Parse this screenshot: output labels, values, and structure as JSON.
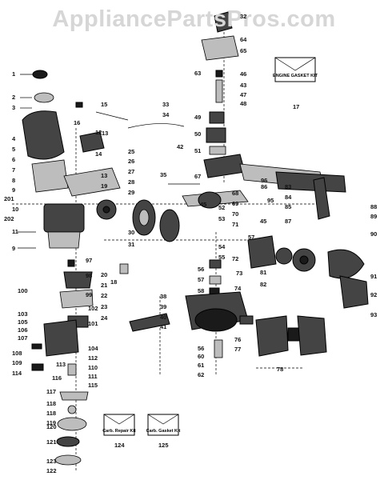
{
  "watermark": "AppliancePartsPros.com",
  "kits": {
    "engine_gasket_kit": "ENGINE GASKET KIT",
    "carb_repair_kit": "Carb. Repair Kit",
    "carb_gasket_kit": "Carb. Gasket Kit"
  },
  "callouts": [
    {
      "id": "c1",
      "text": "1"
    },
    {
      "id": "c2",
      "text": "2"
    },
    {
      "id": "c3",
      "text": "3"
    },
    {
      "id": "c4",
      "text": "4"
    },
    {
      "id": "c5",
      "text": "5"
    },
    {
      "id": "c6",
      "text": "6"
    },
    {
      "id": "c7",
      "text": "7"
    },
    {
      "id": "c8",
      "text": "8"
    },
    {
      "id": "c9a",
      "text": "9"
    },
    {
      "id": "c9b",
      "text": "9"
    },
    {
      "id": "c10",
      "text": "10"
    },
    {
      "id": "c11",
      "text": "11"
    },
    {
      "id": "c12",
      "text": "12"
    },
    {
      "id": "c13a",
      "text": "13"
    },
    {
      "id": "c13b",
      "text": "13"
    },
    {
      "id": "c14",
      "text": "14"
    },
    {
      "id": "c15",
      "text": "15"
    },
    {
      "id": "c16",
      "text": "16"
    },
    {
      "id": "c17",
      "text": "17"
    },
    {
      "id": "c18",
      "text": "18"
    },
    {
      "id": "c19",
      "text": "19"
    },
    {
      "id": "c20",
      "text": "20"
    },
    {
      "id": "c21",
      "text": "21"
    },
    {
      "id": "c22",
      "text": "22"
    },
    {
      "id": "c23",
      "text": "23"
    },
    {
      "id": "c24",
      "text": "24"
    },
    {
      "id": "c25",
      "text": "25"
    },
    {
      "id": "c26",
      "text": "26"
    },
    {
      "id": "c27",
      "text": "27"
    },
    {
      "id": "c28",
      "text": "28"
    },
    {
      "id": "c29",
      "text": "29"
    },
    {
      "id": "c30",
      "text": "30"
    },
    {
      "id": "c31",
      "text": "31"
    },
    {
      "id": "c32",
      "text": "32"
    },
    {
      "id": "c33",
      "text": "33"
    },
    {
      "id": "c34",
      "text": "34"
    },
    {
      "id": "c35",
      "text": "35"
    },
    {
      "id": "c38",
      "text": "38"
    },
    {
      "id": "c39",
      "text": "39"
    },
    {
      "id": "c40",
      "text": "40"
    },
    {
      "id": "c41",
      "text": "41"
    },
    {
      "id": "c42",
      "text": "42"
    },
    {
      "id": "c43",
      "text": "43"
    },
    {
      "id": "c45a",
      "text": "45"
    },
    {
      "id": "c45b",
      "text": "45"
    },
    {
      "id": "c46",
      "text": "46"
    },
    {
      "id": "c47",
      "text": "47"
    },
    {
      "id": "c48",
      "text": "48"
    },
    {
      "id": "c49",
      "text": "49"
    },
    {
      "id": "c50",
      "text": "50"
    },
    {
      "id": "c51",
      "text": "51"
    },
    {
      "id": "c52",
      "text": "52"
    },
    {
      "id": "c53",
      "text": "53"
    },
    {
      "id": "c54",
      "text": "54"
    },
    {
      "id": "c55",
      "text": "55"
    },
    {
      "id": "c56a",
      "text": "56"
    },
    {
      "id": "c56b",
      "text": "56"
    },
    {
      "id": "c57a",
      "text": "57"
    },
    {
      "id": "c57b",
      "text": "57"
    },
    {
      "id": "c58",
      "text": "58"
    },
    {
      "id": "c60",
      "text": "60"
    },
    {
      "id": "c61",
      "text": "61"
    },
    {
      "id": "c62",
      "text": "62"
    },
    {
      "id": "c63",
      "text": "63"
    },
    {
      "id": "c64",
      "text": "64"
    },
    {
      "id": "c65",
      "text": "65"
    },
    {
      "id": "c67",
      "text": "67"
    },
    {
      "id": "c68",
      "text": "68"
    },
    {
      "id": "c69",
      "text": "69"
    },
    {
      "id": "c70",
      "text": "70"
    },
    {
      "id": "c71",
      "text": "71"
    },
    {
      "id": "c72",
      "text": "72"
    },
    {
      "id": "c73",
      "text": "73"
    },
    {
      "id": "c74",
      "text": "74"
    },
    {
      "id": "c76",
      "text": "76"
    },
    {
      "id": "c77",
      "text": "77"
    },
    {
      "id": "c78",
      "text": "78"
    },
    {
      "id": "c81",
      "text": "81"
    },
    {
      "id": "c82",
      "text": "82"
    },
    {
      "id": "c83",
      "text": "83"
    },
    {
      "id": "c84",
      "text": "84"
    },
    {
      "id": "c85",
      "text": "85"
    },
    {
      "id": "c86",
      "text": "86"
    },
    {
      "id": "c87",
      "text": "87"
    },
    {
      "id": "c88",
      "text": "88"
    },
    {
      "id": "c89",
      "text": "89"
    },
    {
      "id": "c90",
      "text": "90"
    },
    {
      "id": "c91",
      "text": "91"
    },
    {
      "id": "c92",
      "text": "92"
    },
    {
      "id": "c93",
      "text": "93"
    },
    {
      "id": "c95",
      "text": "95"
    },
    {
      "id": "c96",
      "text": "96"
    },
    {
      "id": "c97",
      "text": "97"
    },
    {
      "id": "c98",
      "text": "98"
    },
    {
      "id": "c99",
      "text": "99"
    },
    {
      "id": "c100",
      "text": "100"
    },
    {
      "id": "c101",
      "text": "101"
    },
    {
      "id": "c102",
      "text": "102"
    },
    {
      "id": "c103",
      "text": "103"
    },
    {
      "id": "c104",
      "text": "104"
    },
    {
      "id": "c105",
      "text": "105"
    },
    {
      "id": "c106",
      "text": "106"
    },
    {
      "id": "c107",
      "text": "107"
    },
    {
      "id": "c108",
      "text": "108"
    },
    {
      "id": "c109",
      "text": "109"
    },
    {
      "id": "c110",
      "text": "110"
    },
    {
      "id": "c111",
      "text": "111"
    },
    {
      "id": "c112",
      "text": "112"
    },
    {
      "id": "c113",
      "text": "113"
    },
    {
      "id": "c114",
      "text": "114"
    },
    {
      "id": "c115",
      "text": "115"
    },
    {
      "id": "c116",
      "text": "116"
    },
    {
      "id": "c117",
      "text": "117"
    },
    {
      "id": "c118a",
      "text": "118"
    },
    {
      "id": "c118b",
      "text": "118"
    },
    {
      "id": "c119",
      "text": "119"
    },
    {
      "id": "c120",
      "text": "120"
    },
    {
      "id": "c121",
      "text": "121"
    },
    {
      "id": "c122",
      "text": "122"
    },
    {
      "id": "c123",
      "text": "123"
    },
    {
      "id": "c124",
      "text": "124"
    },
    {
      "id": "c125",
      "text": "125"
    },
    {
      "id": "c201",
      "text": "201"
    },
    {
      "id": "c202",
      "text": "202"
    }
  ]
}
